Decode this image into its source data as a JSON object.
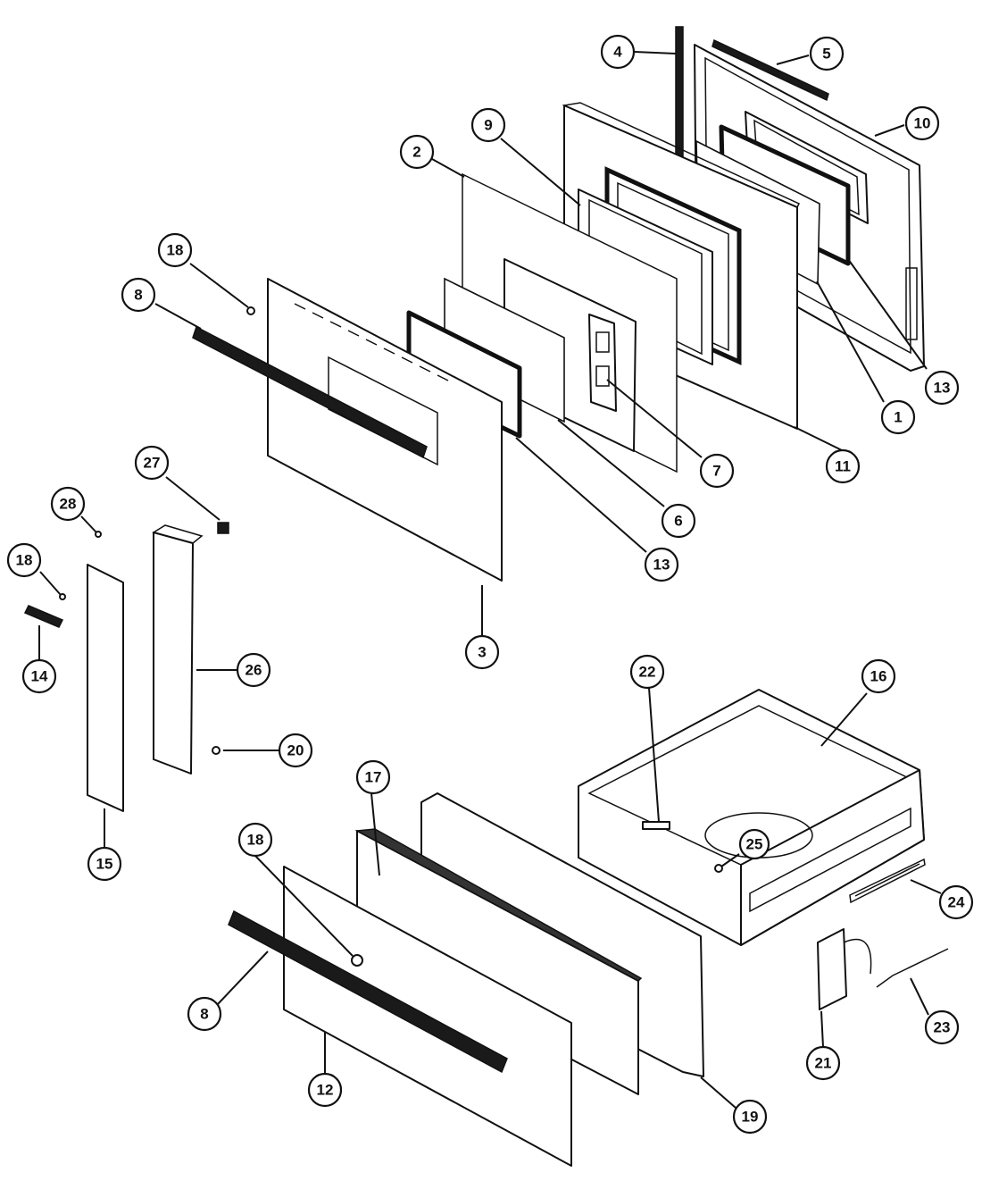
{
  "callouts": [
    {
      "id": "c1",
      "label": "1"
    },
    {
      "id": "c2",
      "label": "2"
    },
    {
      "id": "c3",
      "label": "3"
    },
    {
      "id": "c4",
      "label": "4"
    },
    {
      "id": "c5",
      "label": "5"
    },
    {
      "id": "c6",
      "label": "6"
    },
    {
      "id": "c7",
      "label": "7"
    },
    {
      "id": "c8a",
      "label": "8"
    },
    {
      "id": "c8b",
      "label": "8"
    },
    {
      "id": "c9",
      "label": "9"
    },
    {
      "id": "c10",
      "label": "10"
    },
    {
      "id": "c11",
      "label": "11"
    },
    {
      "id": "c12",
      "label": "12"
    },
    {
      "id": "c13a",
      "label": "13"
    },
    {
      "id": "c13b",
      "label": "13"
    },
    {
      "id": "c14",
      "label": "14"
    },
    {
      "id": "c15",
      "label": "15"
    },
    {
      "id": "c16",
      "label": "16"
    },
    {
      "id": "c17",
      "label": "17"
    },
    {
      "id": "c18a",
      "label": "18"
    },
    {
      "id": "c18b",
      "label": "18"
    },
    {
      "id": "c18c",
      "label": "18"
    },
    {
      "id": "c19",
      "label": "19"
    },
    {
      "id": "c20",
      "label": "20"
    },
    {
      "id": "c21",
      "label": "21"
    },
    {
      "id": "c22",
      "label": "22"
    },
    {
      "id": "c23",
      "label": "23"
    },
    {
      "id": "c24",
      "label": "24"
    },
    {
      "id": "c25",
      "label": "25"
    },
    {
      "id": "c26",
      "label": "26"
    },
    {
      "id": "c27",
      "label": "27"
    },
    {
      "id": "c28",
      "label": "28"
    }
  ]
}
